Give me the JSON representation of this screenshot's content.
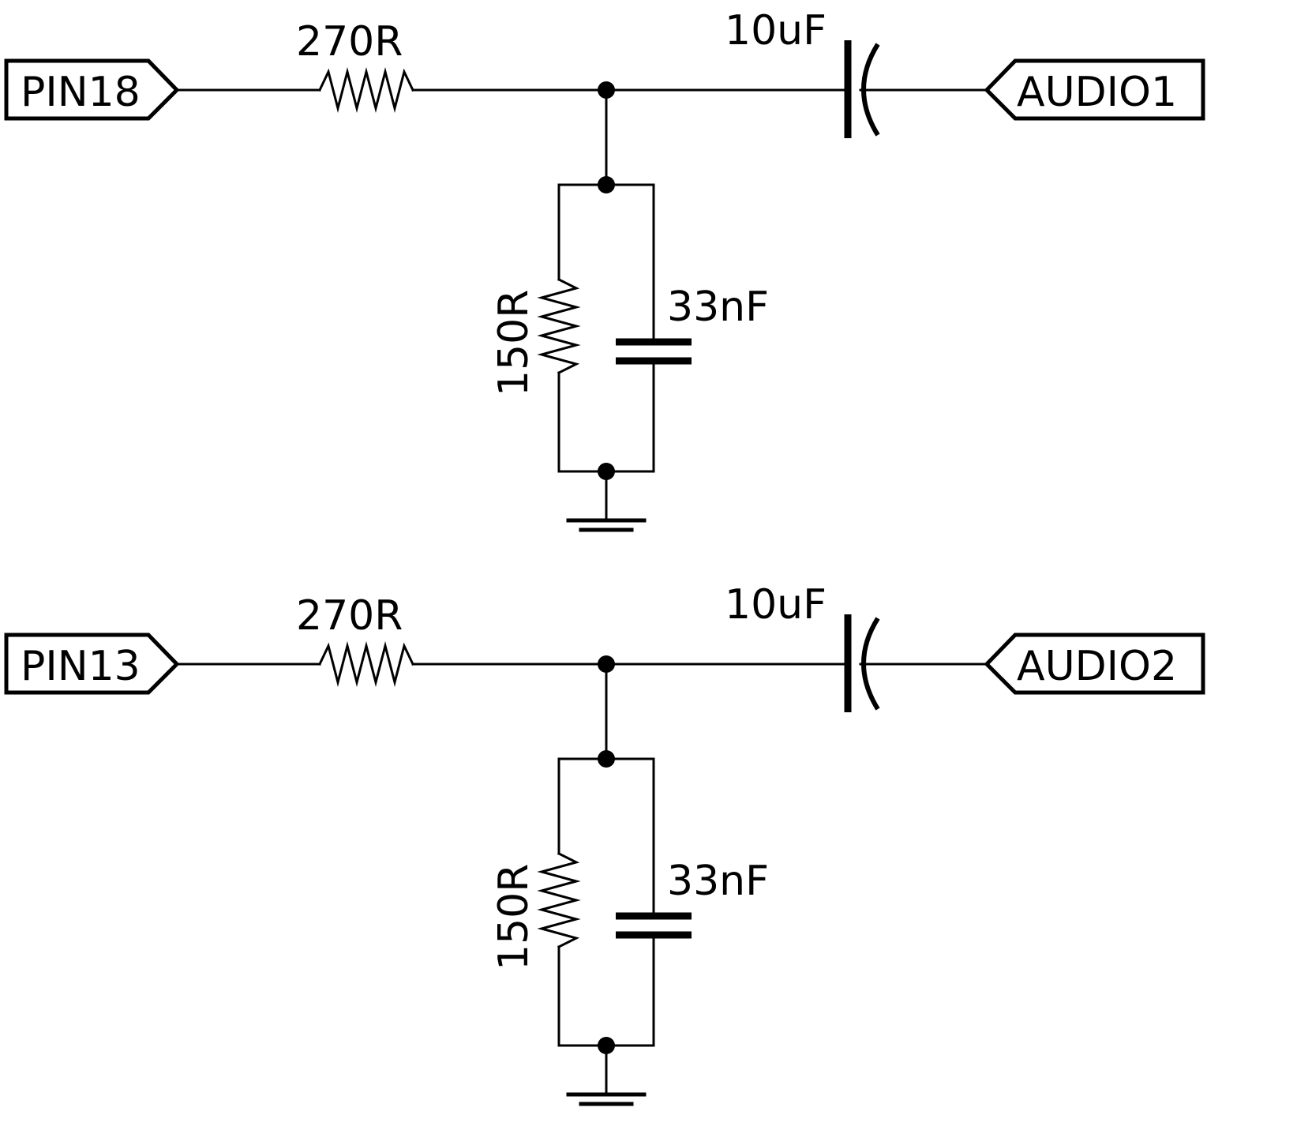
{
  "circuits": [
    {
      "input_port": "PIN18",
      "output_port": "AUDIO1",
      "series_resistor": "270R",
      "coupling_capacitor": "10uF",
      "shunt_resistor": "150R",
      "shunt_capacitor": "33nF"
    },
    {
      "input_port": "PIN13",
      "output_port": "AUDIO2",
      "series_resistor": "270R",
      "coupling_capacitor": "10uF",
      "shunt_resistor": "150R",
      "shunt_capacitor": "33nF"
    }
  ]
}
